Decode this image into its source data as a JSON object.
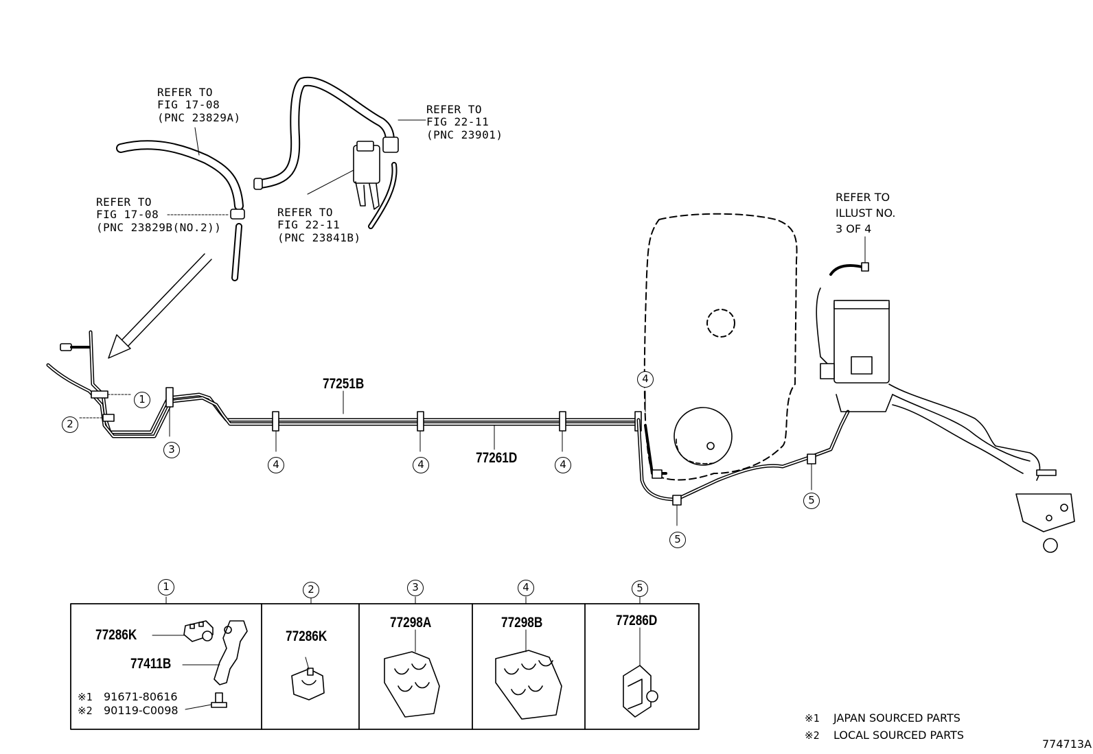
{
  "refs": {
    "ref_a": {
      "line1": "REFER TO",
      "line2": "FIG 17-08",
      "line3": "(PNC 23829A)"
    },
    "ref_b": {
      "line1": "REFER TO",
      "line2": "FIG 17-08",
      "line3": "(PNC 23829B(NO.2))"
    },
    "ref_c": {
      "line1": "REFER TO",
      "line2": "FIG 22-11",
      "line3": "(PNC 23841B)"
    },
    "ref_d": {
      "line1": "REFER TO",
      "line2": "FIG 22-11",
      "line3": "(PNC 23901)"
    },
    "ref_e": {
      "line1": "REFER TO",
      "line2": "ILLUST NO.",
      "line3": "3 OF 4"
    }
  },
  "tubes": {
    "upper": "77251B",
    "lower": "77261D"
  },
  "callouts": [
    "1",
    "2",
    "3",
    "4",
    "5"
  ],
  "legend": {
    "panel1": {
      "num": "1",
      "parts": [
        "77286K",
        "77411B"
      ],
      "mark1": "※1",
      "code1": "91671-80616",
      "mark2": "※2",
      "code2": "90119-C0098"
    },
    "panel2": {
      "num": "2",
      "part": "77286K"
    },
    "panel3": {
      "num": "3",
      "part": "77298A"
    },
    "panel4": {
      "num": "4",
      "part": "77298B"
    },
    "panel5": {
      "num": "5",
      "part": "77286D"
    }
  },
  "notes": {
    "note1_mark": "※1",
    "note1_text": "JAPAN SOURCED PARTS",
    "note2_mark": "※2",
    "note2_text": "LOCAL SOURCED PARTS"
  },
  "illustration_id": "774713A"
}
